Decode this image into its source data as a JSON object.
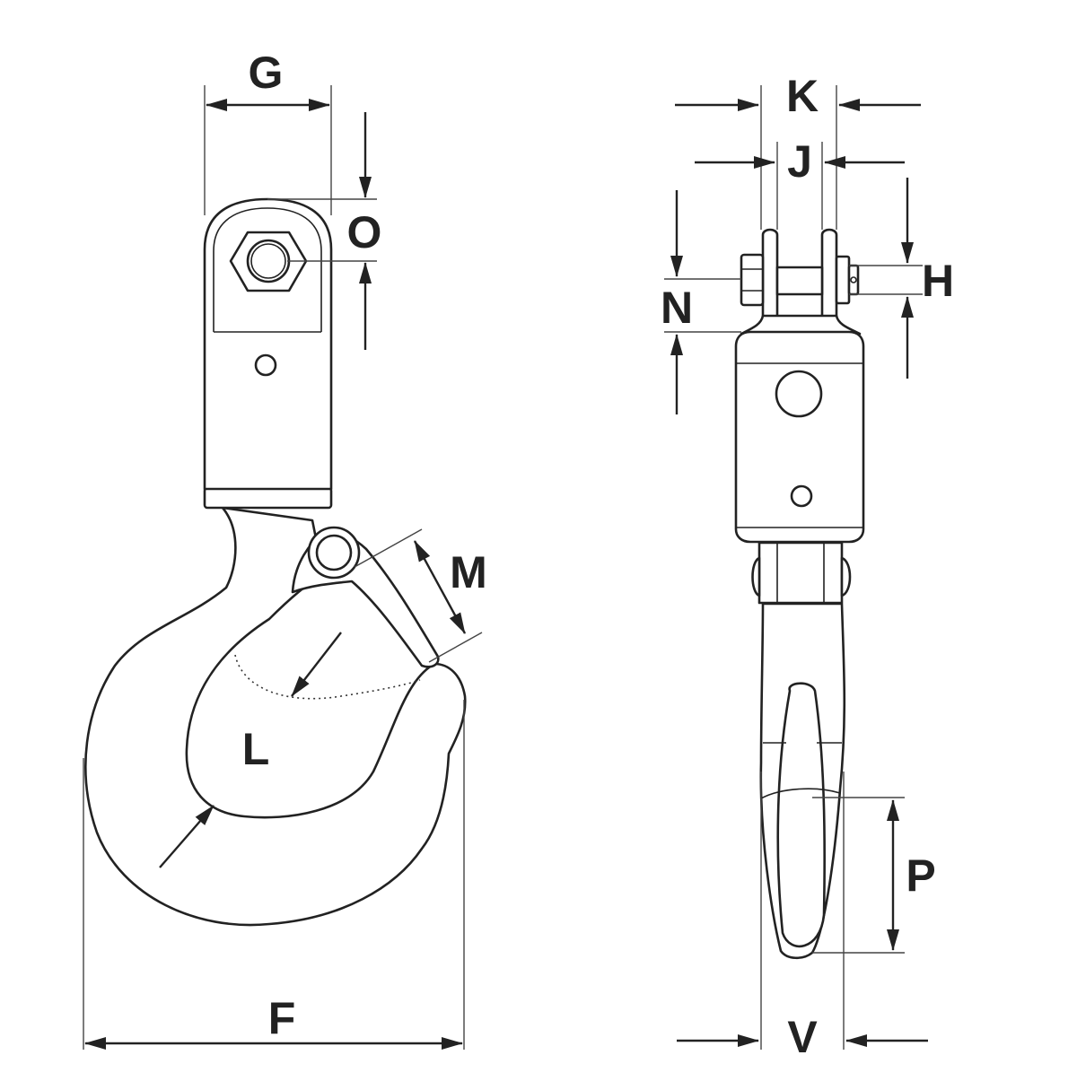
{
  "labels": {
    "G": "G",
    "O": "O",
    "M": "M",
    "L": "L",
    "F": "F",
    "K": "K",
    "J": "J",
    "H": "H",
    "N": "N",
    "P": "P",
    "V": "V"
  },
  "colors": {
    "line": "#222222",
    "background": "#ffffff"
  }
}
